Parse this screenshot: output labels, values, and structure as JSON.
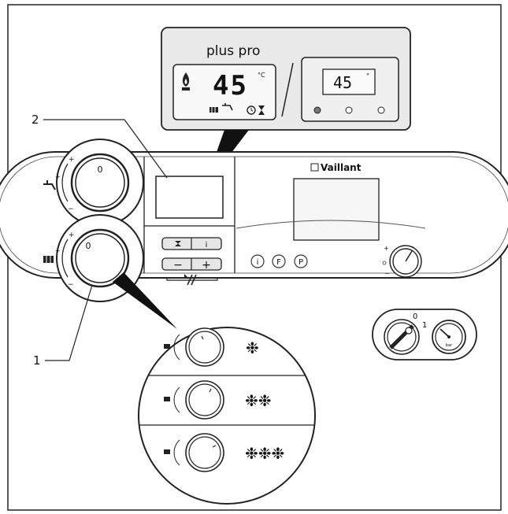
{
  "callouts": {
    "display": "2",
    "knob": "1"
  },
  "display_panel": {
    "model": "plus pro",
    "temperature": "45",
    "unit": "°C",
    "mini_temperature": "45",
    "mini_unit": "°"
  },
  "dials": {
    "hot_water_zero": "0",
    "heating_zero": "0"
  },
  "buttons": {
    "minus": "−",
    "plus": "+",
    "info": "i"
  },
  "brand": "Vaillant",
  "service_buttons": [
    "i",
    "F",
    "P"
  ],
  "valve": {
    "pos_zero": "0",
    "pos_one": "1"
  },
  "gauge": {
    "unit": "bar"
  },
  "zoom_settings": [
    {
      "snowflakes": "❉"
    },
    {
      "snowflakes": "❉❉"
    },
    {
      "snowflakes": "❉❉❉"
    }
  ],
  "colors": {
    "stroke": "#1a1a1a",
    "panel_fill": "#ededed",
    "button_fill": "#e6e6e6"
  }
}
